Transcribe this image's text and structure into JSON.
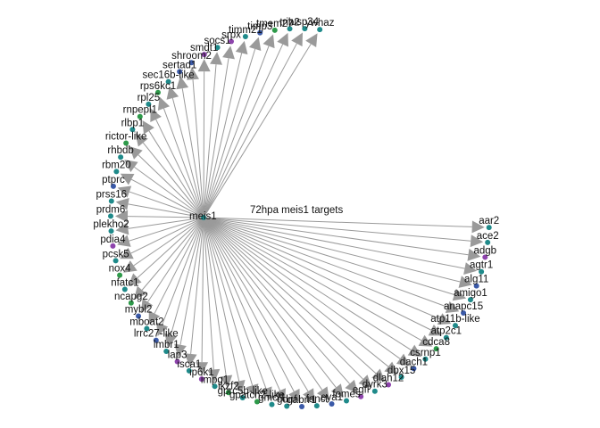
{
  "title": "72hpa meis1 targets",
  "hub": {
    "label": "meis1"
  },
  "node_palette": {
    "teal": "#1f8a8a",
    "blue": "#3b5aa8",
    "green": "#2e9a4a",
    "purple": "#8e44ad"
  },
  "edge_color": "#9a9a9a",
  "targets": [
    {
      "label": "aar2",
      "color": "teal"
    },
    {
      "label": "ace2",
      "color": "teal"
    },
    {
      "label": "adgb",
      "color": "purple"
    },
    {
      "label": "agtr1",
      "color": "teal"
    },
    {
      "label": "alg11",
      "color": "blue"
    },
    {
      "label": "amigo1",
      "color": "teal"
    },
    {
      "label": "anapc15",
      "color": "blue"
    },
    {
      "label": "atp11b-like",
      "color": "teal"
    },
    {
      "label": "atp2c1",
      "color": "teal"
    },
    {
      "label": "cdca8",
      "color": "green"
    },
    {
      "label": "csrnp1",
      "color": "teal"
    },
    {
      "label": "dach1",
      "color": "blue"
    },
    {
      "label": "dbx15",
      "color": "teal"
    },
    {
      "label": "dlah12",
      "color": "purple"
    },
    {
      "label": "dyrk3",
      "color": "teal"
    },
    {
      "label": "egfl",
      "color": "purple"
    },
    {
      "label": "fomes",
      "color": "teal"
    },
    {
      "label": "eya1",
      "color": "blue"
    },
    {
      "label": "fancl",
      "color": "teal"
    },
    {
      "label": "gabrr1",
      "color": "blue"
    },
    {
      "label": "gdnf",
      "color": "teal"
    },
    {
      "label": "gmcl1",
      "color": "teal"
    },
    {
      "label": "gpatch2-like",
      "color": "green"
    },
    {
      "label": "gprc5b-like",
      "color": "teal"
    },
    {
      "label": "ikzf2",
      "color": "green"
    },
    {
      "label": "impg1",
      "color": "teal"
    },
    {
      "label": "ip6k1",
      "color": "purple"
    },
    {
      "label": "isca1",
      "color": "teal"
    },
    {
      "label": "lap3",
      "color": "purple"
    },
    {
      "label": "lmbr1",
      "color": "teal"
    },
    {
      "label": "lrrc27-like",
      "color": "blue"
    },
    {
      "label": "mboat2",
      "color": "teal"
    },
    {
      "label": "mybl2",
      "color": "blue"
    },
    {
      "label": "ncapg2",
      "color": "green"
    },
    {
      "label": "nfatc1",
      "color": "teal"
    },
    {
      "label": "nox4",
      "color": "green"
    },
    {
      "label": "pcsk5",
      "color": "teal"
    },
    {
      "label": "pdia4",
      "color": "purple"
    },
    {
      "label": "plekho2",
      "color": "teal"
    },
    {
      "label": "prdm6",
      "color": "teal"
    },
    {
      "label": "prss16",
      "color": "teal"
    },
    {
      "label": "ptprc",
      "color": "blue"
    },
    {
      "label": "rbm20",
      "color": "teal"
    },
    {
      "label": "rhbdb",
      "color": "teal"
    },
    {
      "label": "rictor-like",
      "color": "green"
    },
    {
      "label": "rlbp1",
      "color": "teal"
    },
    {
      "label": "rnpepl1",
      "color": "green"
    },
    {
      "label": "rpl25",
      "color": "teal"
    },
    {
      "label": "rps6kc1",
      "color": "green"
    },
    {
      "label": "sec16b-like",
      "color": "teal"
    },
    {
      "label": "sertad1",
      "color": "blue"
    },
    {
      "label": "shroom2",
      "color": "blue"
    },
    {
      "label": "smdt1",
      "color": "purple"
    },
    {
      "label": "socs1",
      "color": "teal"
    },
    {
      "label": "srpx",
      "color": "purple"
    },
    {
      "label": "timm21",
      "color": "teal"
    },
    {
      "label": "timp3",
      "color": "blue"
    },
    {
      "label": "tmem27",
      "color": "green"
    },
    {
      "label": "trib2",
      "color": "teal"
    },
    {
      "label": "usp34",
      "color": "teal"
    },
    {
      "label": "ywhaz",
      "color": "teal"
    }
  ]
}
